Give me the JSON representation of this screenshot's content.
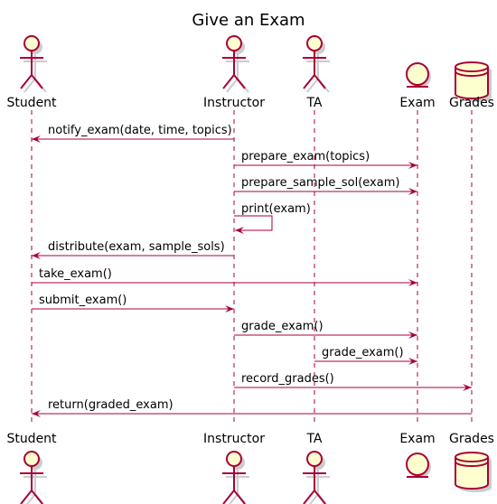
{
  "title": "Give an Exam",
  "participants": [
    {
      "id": "student",
      "label": "Student",
      "kind": "actor"
    },
    {
      "id": "instructor",
      "label": "Instructor",
      "kind": "actor"
    },
    {
      "id": "ta",
      "label": "TA",
      "kind": "actor"
    },
    {
      "id": "exam",
      "label": "Exam",
      "kind": "entity"
    },
    {
      "id": "grades",
      "label": "Grades",
      "kind": "database"
    }
  ],
  "messages": [
    {
      "from": "instructor",
      "to": "student",
      "label": "notify_exam(date, time, topics)"
    },
    {
      "from": "instructor",
      "to": "exam",
      "label": "prepare_exam(topics)"
    },
    {
      "from": "instructor",
      "to": "exam",
      "label": "prepare_sample_sol(exam)"
    },
    {
      "from": "instructor",
      "to": "instructor",
      "label": "print(exam)"
    },
    {
      "from": "instructor",
      "to": "student",
      "label": "distribute(exam, sample_sols)"
    },
    {
      "from": "student",
      "to": "exam",
      "label": "take_exam()"
    },
    {
      "from": "student",
      "to": "instructor",
      "label": "submit_exam()"
    },
    {
      "from": "instructor",
      "to": "exam",
      "label": "grade_exam()"
    },
    {
      "from": "ta",
      "to": "exam",
      "label": "grade_exam()"
    },
    {
      "from": "instructor",
      "to": "grades",
      "label": "record_grades()"
    },
    {
      "from": "grades",
      "to": "student",
      "label": "return(graded_exam)"
    }
  ],
  "colors": {
    "line": "#A80036",
    "fill": "#FEFECE",
    "shadow": "#cccccc"
  }
}
